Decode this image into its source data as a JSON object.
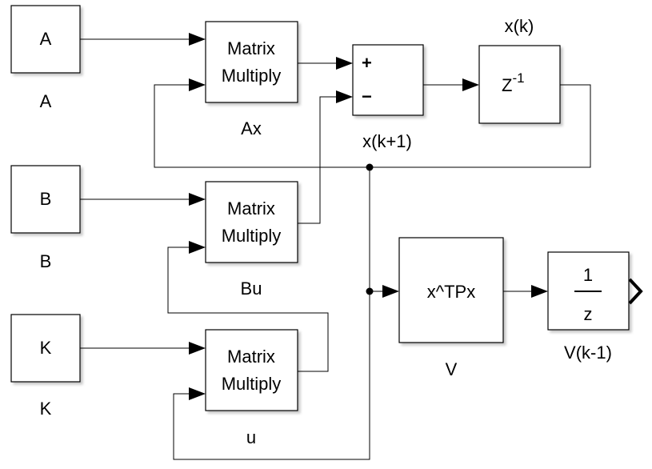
{
  "blocks": {
    "const_a": {
      "text": "A",
      "label": "A"
    },
    "const_b": {
      "text": "B",
      "label": "B"
    },
    "const_k": {
      "text": "K",
      "label": "K"
    },
    "mm_ax": {
      "line1": "Matrix",
      "line2": "Multiply",
      "label": "Ax"
    },
    "mm_bu": {
      "line1": "Matrix",
      "line2": "Multiply",
      "label": "Bu"
    },
    "mm_u": {
      "line1": "Matrix",
      "line2": "Multiply",
      "label": "u"
    },
    "sum": {
      "plus": "+",
      "minus": "−"
    },
    "delay": {
      "base": "Z",
      "exp": "-1",
      "label_top": "x(k)"
    },
    "quad": {
      "text": "x^TPx",
      "label": "V"
    },
    "tf": {
      "num": "1",
      "den": "z",
      "label": "V(k-1)"
    }
  },
  "signals": {
    "next_state": "x(k+1)"
  }
}
